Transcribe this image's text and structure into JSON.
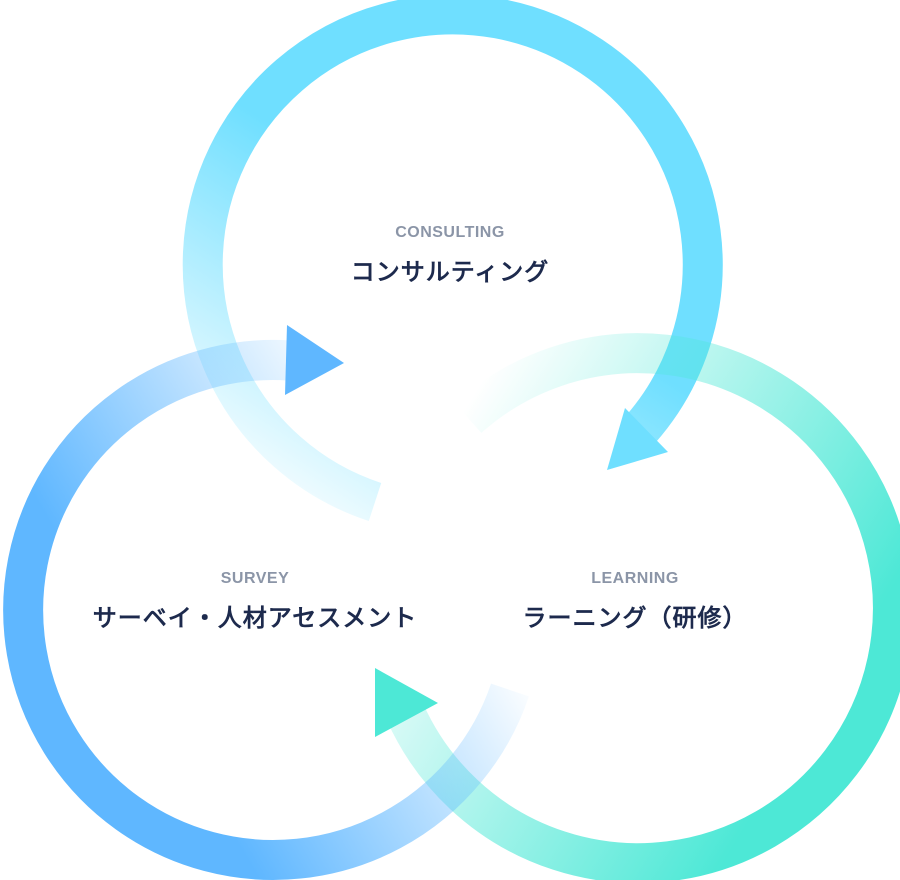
{
  "nodes": {
    "consulting": {
      "en": "CONSULTING",
      "ja": "コンサルティング"
    },
    "survey": {
      "en": "SURVEY",
      "ja": "サーベイ・人材アセスメント"
    },
    "learning": {
      "en": "LEARNING",
      "ja": "ラーニング（研修）"
    }
  },
  "colors": {
    "consulting": "#6fdfff",
    "survey": "#5fb7ff",
    "learning": "#4de8d6",
    "label_en": "#8b95a7",
    "label_ja": "#1d2a4d"
  }
}
